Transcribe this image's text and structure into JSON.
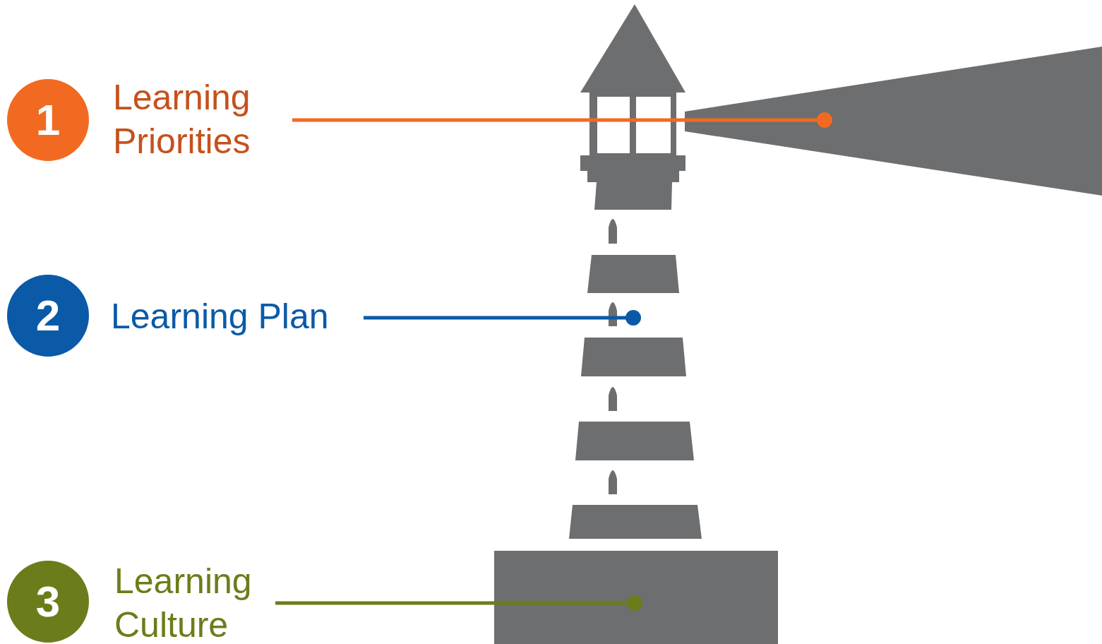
{
  "diagram": {
    "nodes": [
      {
        "text": [
          "1",
          "Learning Priorities"
        ]
      },
      {
        "text": [
          "2",
          "Learning Plan"
        ]
      },
      {
        "text": [
          "3",
          "Learning Culture"
        ]
      }
    ]
  }
}
